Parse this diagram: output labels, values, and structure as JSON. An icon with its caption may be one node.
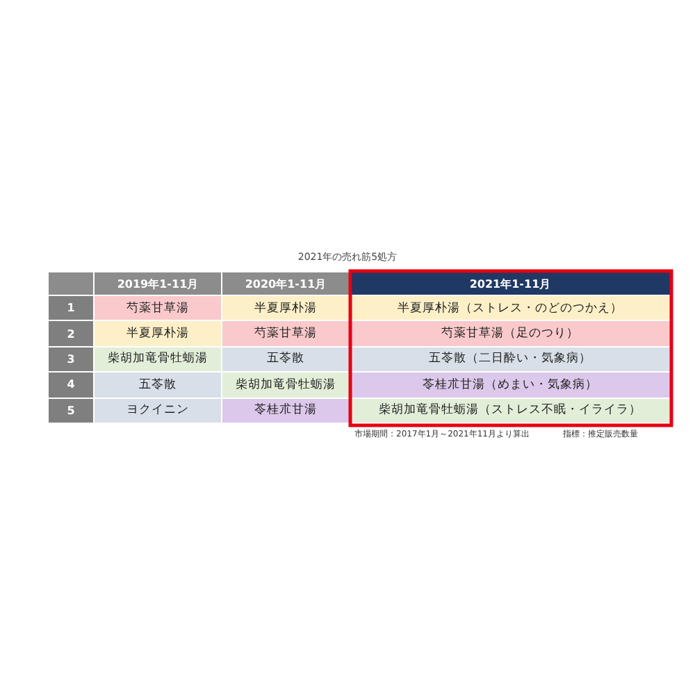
{
  "diagram": {
    "title": "2021年の売れ筋5処方",
    "labels": [
      "2019年1-11月",
      "2020年1-11月",
      "2021年1-11月",
      "1",
      "芍薬甘草湯",
      "半夏厚朴湯",
      "半夏厚朴湯（ストレス・のどのつかえ）",
      "2",
      "半夏厚朴湯",
      "芍薬甘草湯",
      "芍薬甘草湯（足のつり）",
      "3",
      "柴胡加竜骨牡蛎湯",
      "五苓散",
      "五苓散（二日酔い・気象病）",
      "4",
      "五苓散",
      "柴胡加竜骨牡蛎湯",
      "苓桂朮甘湯（めまい・気象病）",
      "5",
      "ヨクイニン",
      "苓桂朮甘湯",
      "柴胡加竜骨牡蛎湯（ストレス不眠・イライラ）",
      "市場期間：2017年1月～2021年11月より算出",
      "指標：推定販売数量"
    ]
  }
}
